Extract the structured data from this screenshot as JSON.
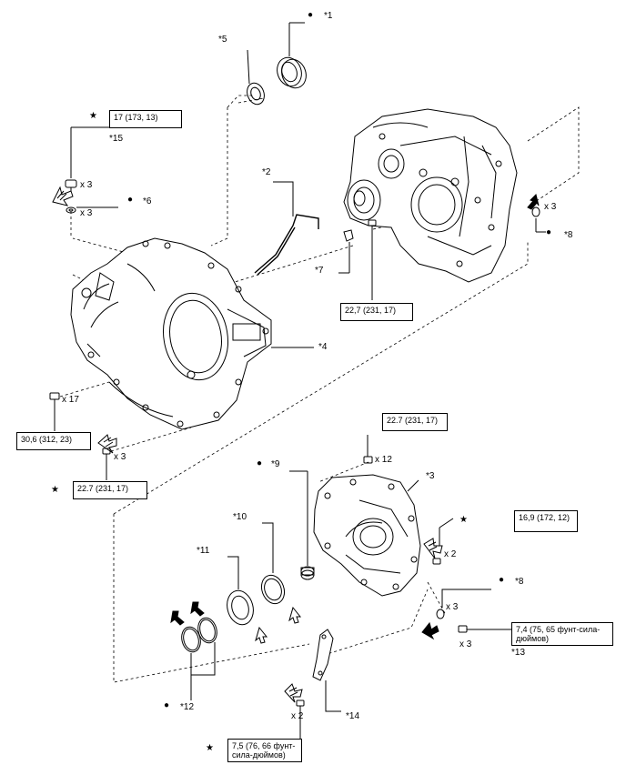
{
  "callouts": {
    "c1": "*1",
    "c2": "*2",
    "c3": "*3",
    "c4": "*4",
    "c5": "*5",
    "c6": "*6",
    "c7": "*7",
    "c8a": "*8",
    "c8b": "*8",
    "c9": "*9",
    "c10": "*10",
    "c11": "*11",
    "c12": "*12",
    "c13": "*13",
    "c14": "*14",
    "c15": "*15"
  },
  "quantities": {
    "q_bolt15": "x 3",
    "q_washer6": "x 3",
    "q_orings8a": "x 3",
    "q_bolts17": "x 17",
    "q_bolts_lower": "x 3",
    "q_bolts12": "x 12",
    "q_bolts2a": "x 2",
    "q_orings8b": "x 3",
    "q_bolts13": "x 3",
    "q_bolts14": "x 2"
  },
  "torque": {
    "t15": "17 (173, 13)",
    "t_inner": "22,7 (231, 17)",
    "t17": "30,6 (312, 23)",
    "t_lower": "22.7 (231, 17)",
    "t12": "22.7 (231, 17)",
    "t_cover": "16,9 (172, 12)",
    "t13": "7,4 (75, 65 фунт-сила-дюймов)",
    "t14": "7,5 (76, 66 фунт-сила-дюймов)"
  },
  "symbols": {
    "star": "★",
    "dot": "●"
  }
}
